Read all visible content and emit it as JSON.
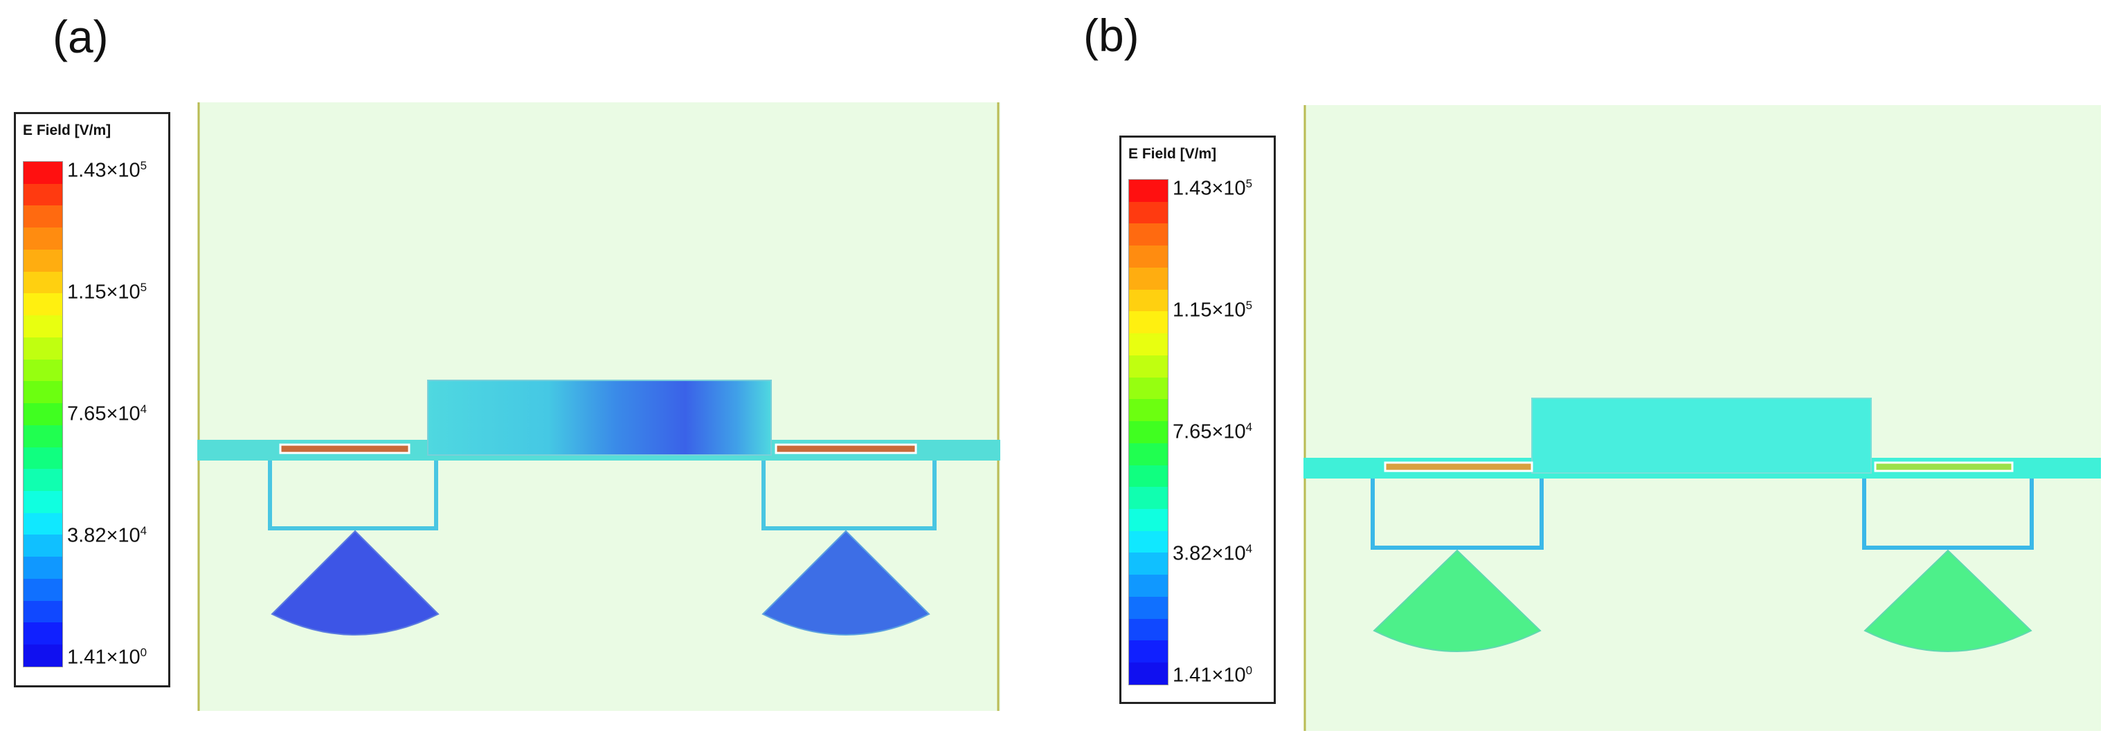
{
  "panels": [
    {
      "id": "a",
      "label": "(a)",
      "legend": {
        "title": "E Field [V/m]",
        "ticks": [
          {
            "mantissa": "1.43×10",
            "exp": "5",
            "fraction": 0.0
          },
          {
            "mantissa": "1.15×10",
            "exp": "5",
            "fraction": 0.25
          },
          {
            "mantissa": "7.65×10",
            "exp": "4",
            "fraction": 0.5
          },
          {
            "mantissa": "3.82×10",
            "exp": "4",
            "fraction": 0.75
          },
          {
            "mantissa": "1.41×10",
            "exp": "0",
            "fraction": 1.0
          }
        ]
      },
      "colors": {
        "background": "#eafbe4",
        "waveguide": "#55ddd8",
        "resonator_center": "#3a62e8",
        "resonator_edge": "#4fd8e0",
        "stub": "#3d55e6",
        "frame": "#bbbb55",
        "slot": "#c86a3a"
      }
    },
    {
      "id": "b",
      "label": "(b)",
      "legend": {
        "title": "E Field [V/m]",
        "ticks": [
          {
            "mantissa": "1.43×10",
            "exp": "5",
            "fraction": 0.0
          },
          {
            "mantissa": "1.15×10",
            "exp": "5",
            "fraction": 0.25
          },
          {
            "mantissa": "7.65×10",
            "exp": "4",
            "fraction": 0.5
          },
          {
            "mantissa": "3.82×10",
            "exp": "4",
            "fraction": 0.75
          },
          {
            "mantissa": "1.41×10",
            "exp": "0",
            "fraction": 1.0
          }
        ]
      },
      "colors": {
        "background": "#eafbe4",
        "waveguide": "#3ff0d8",
        "resonator_center": "#48eede",
        "resonator_edge": "#48eede",
        "stub": "#4df08a",
        "frame": "#bbbb55",
        "slot": "#d8a040"
      }
    }
  ],
  "colormap": [
    "#ff1010",
    "#ff3a10",
    "#ff6a10",
    "#ff8c10",
    "#ffad10",
    "#ffd010",
    "#fff010",
    "#e8ff10",
    "#c0ff10",
    "#96ff10",
    "#6cff10",
    "#40ff20",
    "#20ff50",
    "#10ff80",
    "#10ffb0",
    "#10ffe0",
    "#10e8ff",
    "#10c0ff",
    "#1098ff",
    "#1070ff",
    "#1048ff",
    "#1020ff",
    "#1010f0"
  ]
}
